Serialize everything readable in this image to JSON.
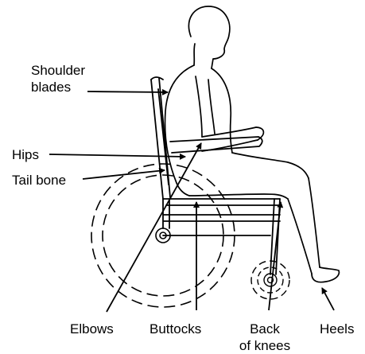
{
  "labels": {
    "shoulder_blades_line1": "Shoulder",
    "shoulder_blades_line2": "blades",
    "hips": "Hips",
    "tail_bone": "Tail bone",
    "elbows": "Elbows",
    "buttocks": "Buttocks",
    "back_of_knees_line1": "Back",
    "back_of_knees_line2": "of knees",
    "heels": "Heels"
  },
  "colors": {
    "ink": "#000000",
    "background": "#ffffff"
  }
}
